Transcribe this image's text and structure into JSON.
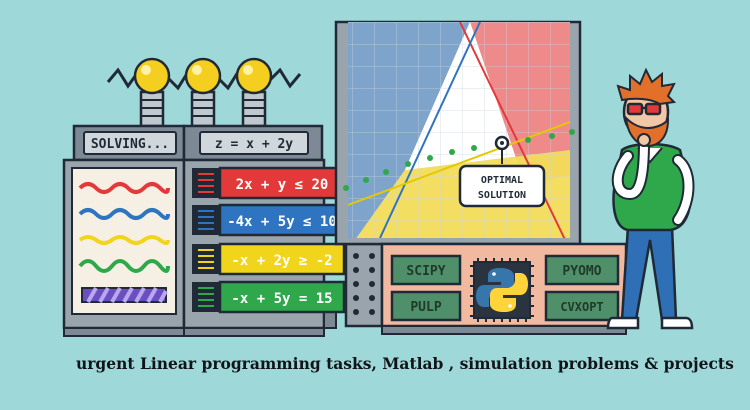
{
  "machine": {
    "status_label": "SOLVING...",
    "objective": "z = x + 2y",
    "constraints": [
      {
        "text": "2x + y ≤ 20",
        "color": "#e23a3a"
      },
      {
        "text": "-4x + 5y ≤ 10",
        "color": "#2f74c0"
      },
      {
        "text": "-x + 2y ≥ -2",
        "color": "#f1d51c"
      },
      {
        "text": "-x + 5y = 15",
        "color": "#2ea84b"
      }
    ]
  },
  "chart": {
    "callout_line1": "OPTIMAL",
    "callout_line2": "SOLUTION"
  },
  "libraries": {
    "scipy": "SCIPY",
    "pulp": "PULP",
    "pyomo": "PYOMO",
    "cvxopt": "CVXOPT"
  },
  "caption": "urgent Linear programming tasks, Matlab , simulation problems & projects",
  "colors": {
    "background": "#9fd8d8",
    "panel_dark": "#1f2a36",
    "lib_green": "#4f8f6a",
    "lib_text": "#1e3a2a"
  }
}
